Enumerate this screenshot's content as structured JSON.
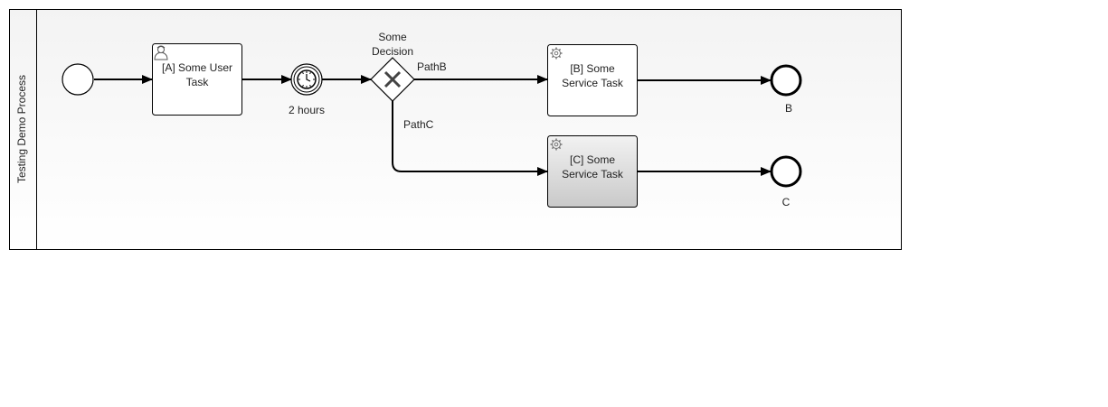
{
  "pool": {
    "label": "Testing Demo Process"
  },
  "tasks": {
    "user_task_a": {
      "line1": "[A] Some User",
      "line2": "Task"
    },
    "service_task_b": {
      "line1": "[B] Some",
      "line2": "Service Task"
    },
    "service_task_c": {
      "line1": "[C] Some",
      "line2": "Service Task"
    }
  },
  "timer": {
    "label": "2 hours"
  },
  "gateway": {
    "line1": "Some",
    "line2": "Decision"
  },
  "flows": {
    "path_b": "PathB",
    "path_c": "PathC"
  },
  "end_events": {
    "b": "B",
    "c": "C"
  },
  "icons": {
    "user_task": "user-icon",
    "service_task": "gear-icon",
    "timer": "clock-icon",
    "gateway": "exclusive-gateway-x-icon"
  },
  "colors": {
    "pool_background_top": "#f3f3f3",
    "task_fill": "#ffffff",
    "task_selected_top": "#f2f2f2",
    "task_selected_bottom": "#c9c9c9",
    "stroke": "#000000"
  }
}
